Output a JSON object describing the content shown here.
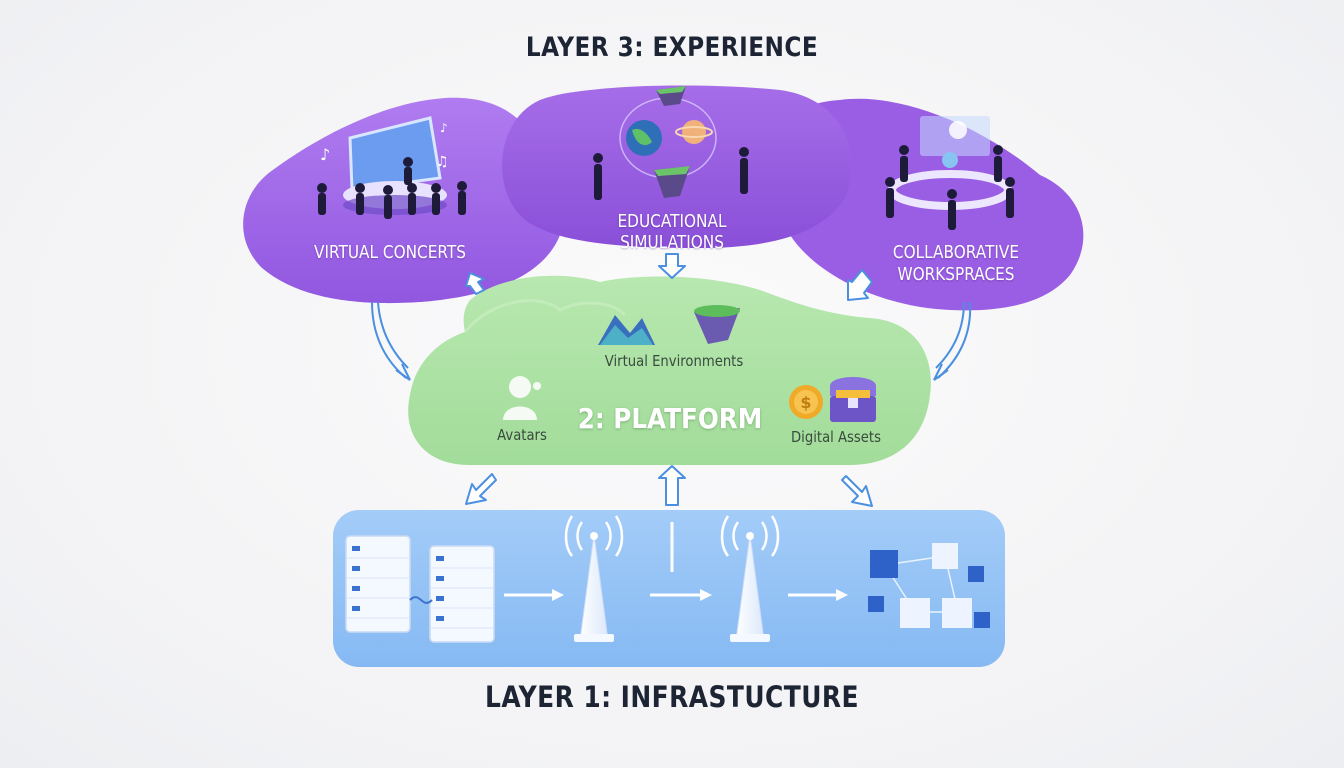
{
  "layers": {
    "experience": {
      "title": "LAYER 3: EXPERIENCE",
      "items": {
        "concerts": "VIRTUAL CONCERTS",
        "education": "EDUCATIONAL SIMULATIONS",
        "collab_line1": "COLLABORATIVE",
        "collab_line2": "WORKSPRACES"
      }
    },
    "platform": {
      "title": "2: PLATFORM",
      "items": {
        "environments": "Virtual Environments",
        "avatars": "Avatars",
        "assets": "Digital Assets"
      }
    },
    "infrastructure": {
      "title": "LAYER 1: INFRASTUCTURE"
    }
  },
  "colors": {
    "experience_purple": "#9b5fe6",
    "platform_green": "#a8e0a0",
    "infrastructure_blue": "#8ec0f7",
    "arrow_blue": "#4a8fe0",
    "title_text": "#1d2433"
  },
  "icons": [
    "music-note-icon",
    "planet-icon",
    "globe-icon",
    "mountain-icon",
    "floating-island-icon",
    "avatar-icon",
    "coin-icon",
    "treasure-chest-icon",
    "server-icon",
    "antenna-tower-icon",
    "network-cube-icon"
  ]
}
